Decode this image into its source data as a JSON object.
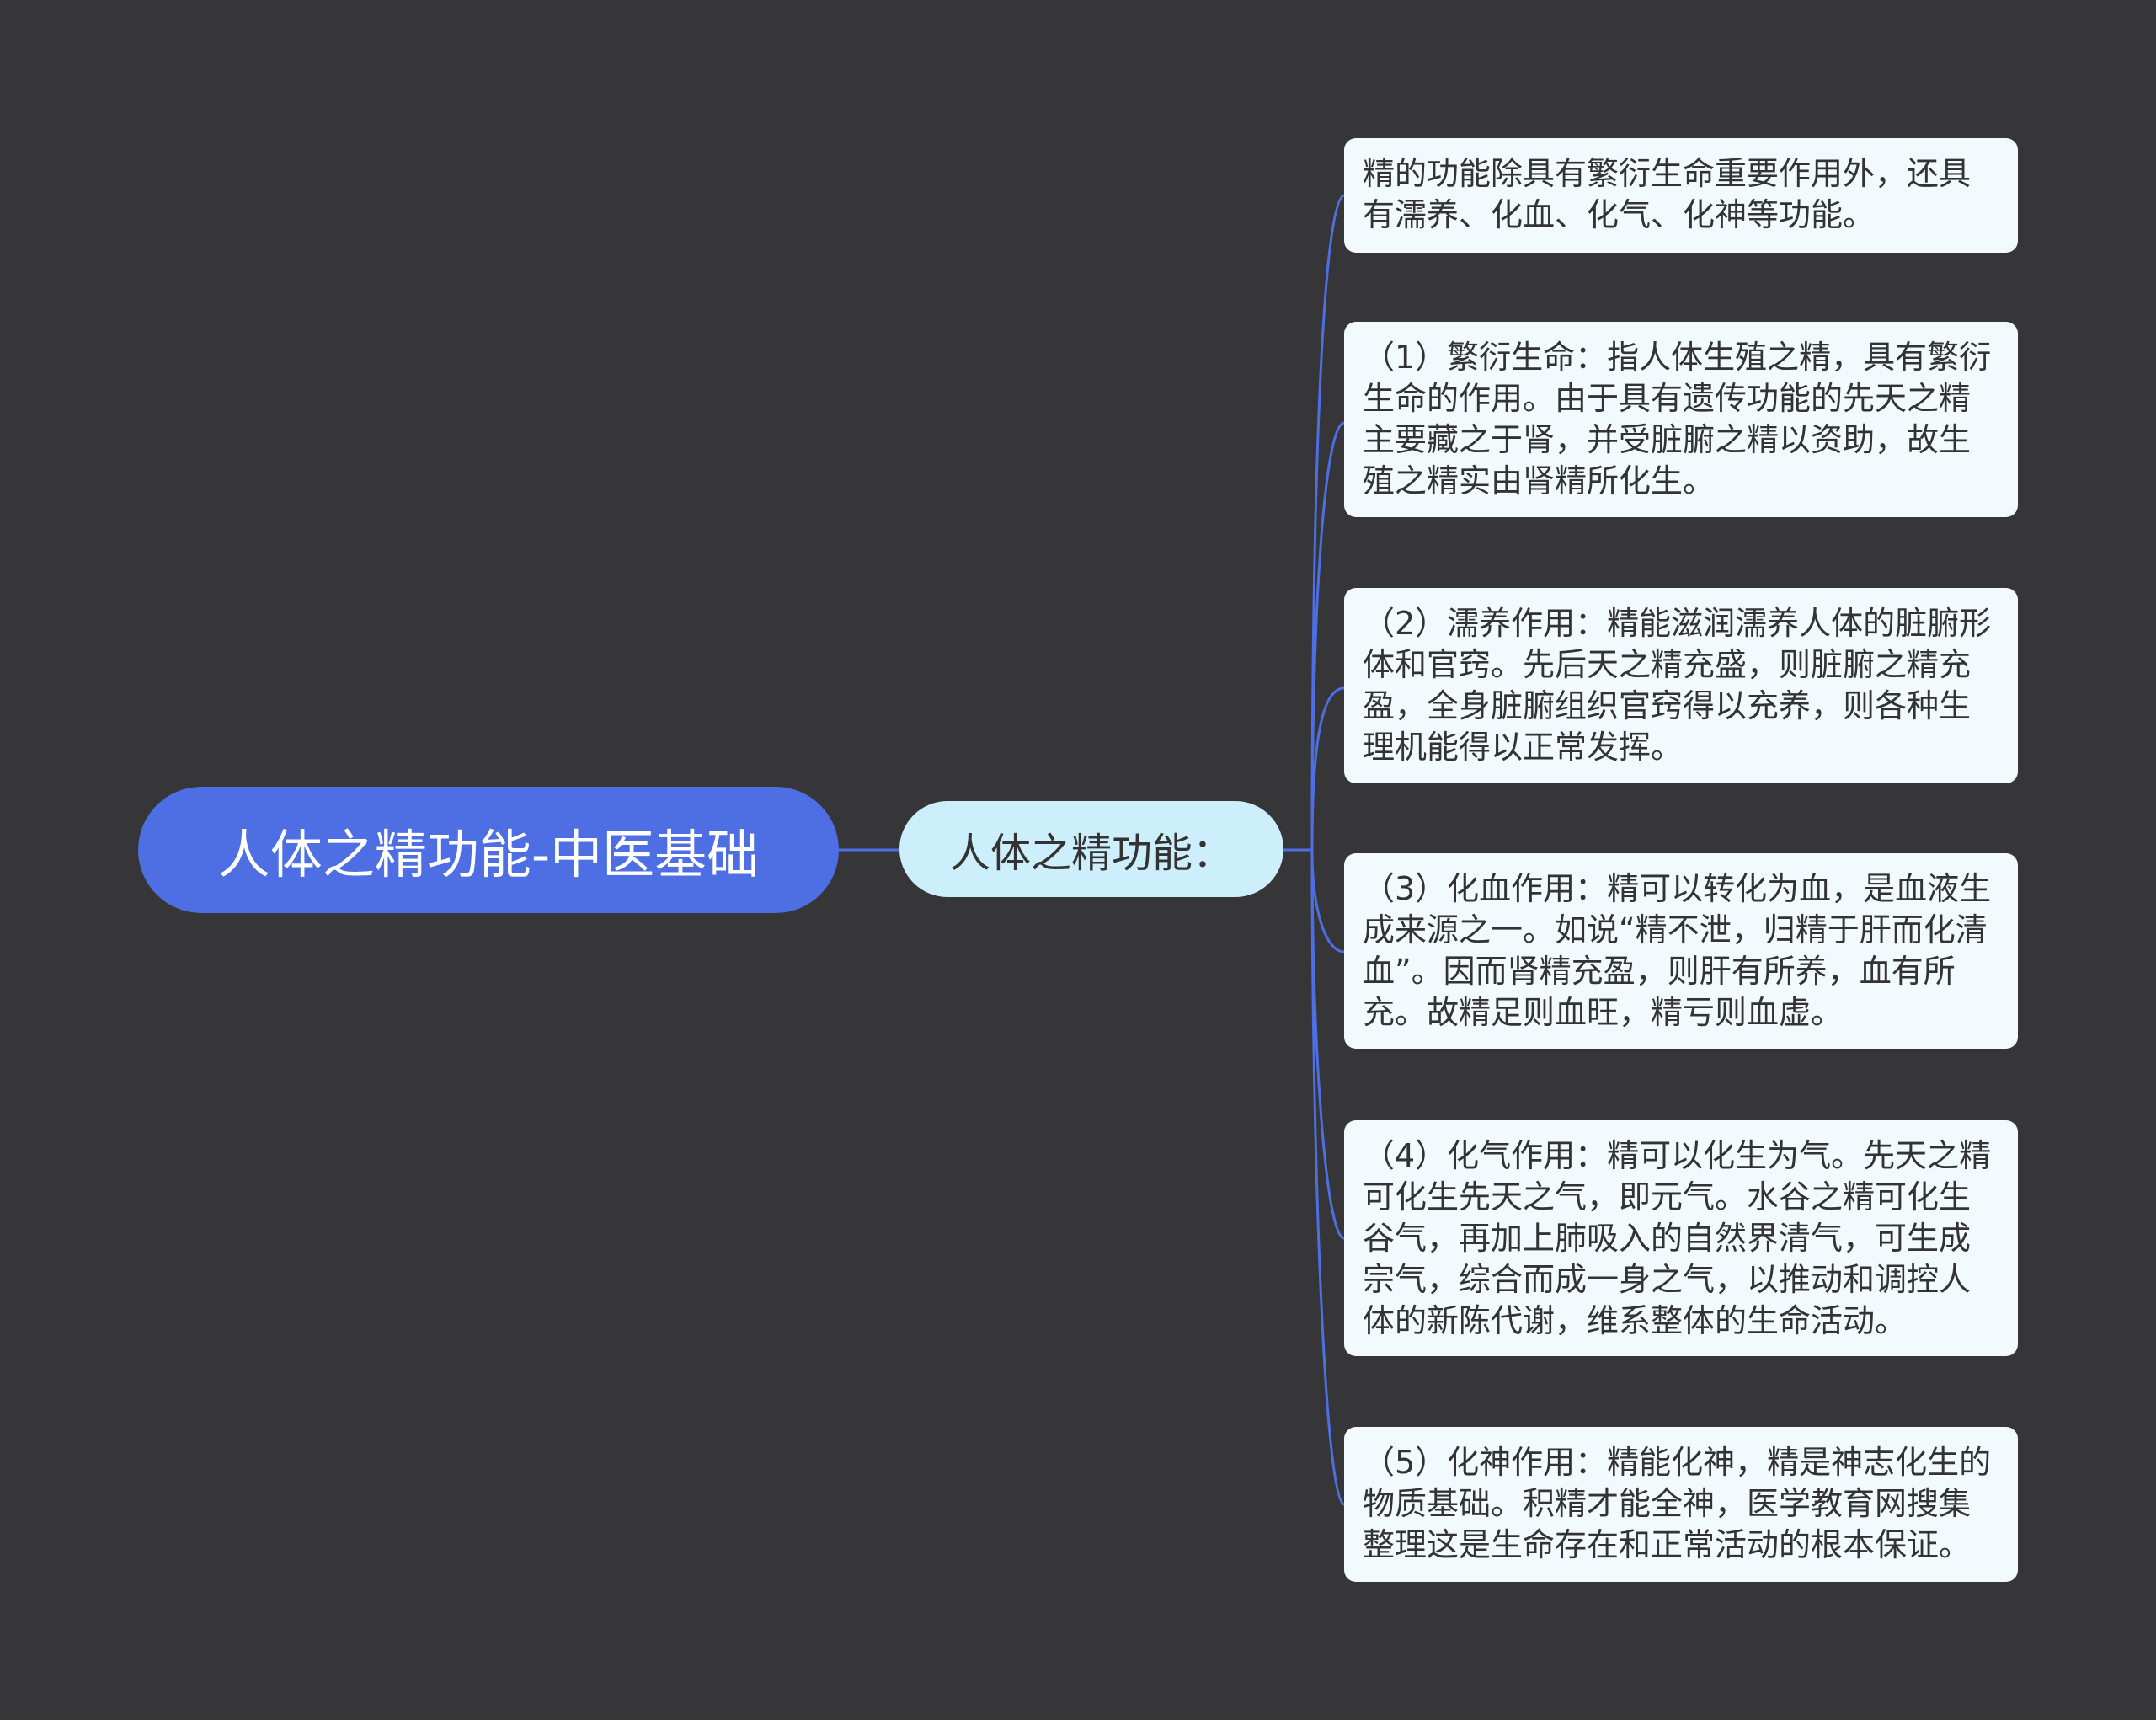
{
  "root": {
    "label": "人体之精功能-中医基础"
  },
  "mid": {
    "label": "人体之精功能："
  },
  "leaves": [
    {
      "text": "精的功能除具有繁衍生命重要作用外，还具有濡养、化血、化气、化神等功能。"
    },
    {
      "text": "（1）繁衍生命：指人体生殖之精，具有繁衍生命的作用。由于具有遗传功能的先天之精主要藏之于肾，并受脏腑之精以资助，故生殖之精实由肾精所化生。"
    },
    {
      "text": "（2）濡养作用：精能滋润濡养人体的脏腑形体和官窍。先后天之精充盛，则脏腑之精充盈，全身脏腑组织官窍得以充养，则各种生理机能得以正常发挥。"
    },
    {
      "text": "（3）化血作用：精可以转化为血，是血液生成来源之一。如说“精不泄，归精于肝而化清血”。因而肾精充盈，则肝有所养，血有所充。故精足则血旺，精亏则血虚。"
    },
    {
      "text": "（4）化气作用：精可以化生为气。先天之精可化生先天之气，即元气。水谷之精可化生谷气，再加上肺吸入的自然界清气，可生成宗气，综合而成一身之气，以推动和调控人体的新陈代谢，维系整体的生命活动。"
    },
    {
      "text": "（5）化神作用：精能化神，精是神志化生的物质基础。积精才能全神，医学教育网搜集整理这是生命存在和正常活动的根本保证。"
    }
  ],
  "colors": {
    "background": "#363537",
    "root_fill": "#4d6fe3",
    "mid_fill": "#cdeefb",
    "leaf_fill": "#f2fafd",
    "connector": "#4d6fe3"
  }
}
